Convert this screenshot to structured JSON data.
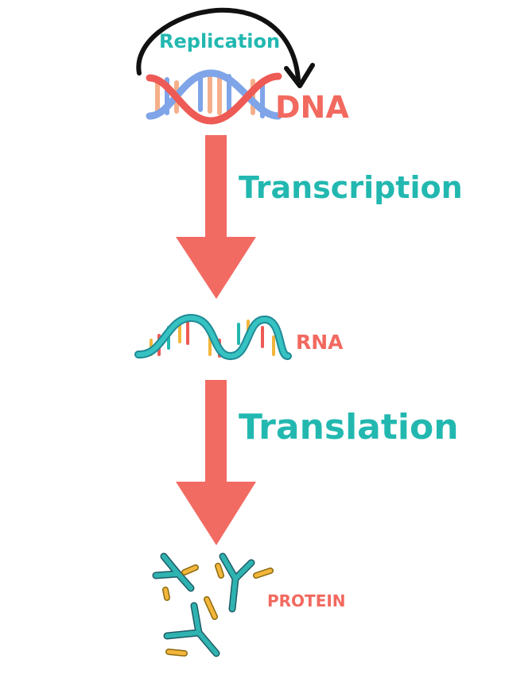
{
  "diagram": {
    "labels": {
      "replication": "Replication",
      "dna": "DNA",
      "transcription": "Transcription",
      "rna": "RNA",
      "translation": "Translation",
      "protein": "PROTEIN"
    },
    "colors": {
      "teal": "#22b8b0",
      "coral": "#f2695f",
      "arrow_red": "#f26b63",
      "dna_blue": "#7fa4e8",
      "dna_red": "#ee5a55",
      "peach": "#f5b08a",
      "orange_bar": "#f3b63b",
      "black": "#111111"
    },
    "icons": [
      "replication-loop-arrow",
      "dna-helix-icon",
      "rna-strand-icon",
      "antibody-protein-icon"
    ]
  }
}
